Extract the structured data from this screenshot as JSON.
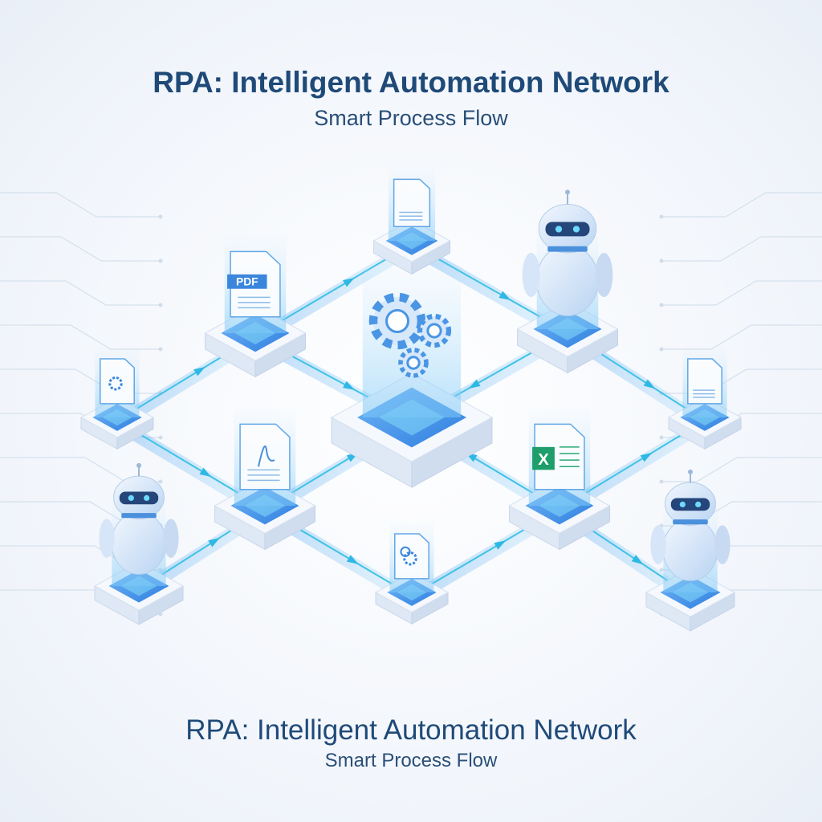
{
  "header": {
    "title": "RPA: Intelligent Automation Network",
    "subtitle": "Smart Process Flow"
  },
  "footer": {
    "title": "RPA: Intelligent Automation Network",
    "subtitle": "Smart Process Flow"
  },
  "icons": {
    "pdf_label": "PDF",
    "excel_label": "X"
  },
  "nodes": [
    {
      "id": "hub",
      "icon": "gears-icon"
    },
    {
      "id": "pdf",
      "icon": "pdf-document-icon"
    },
    {
      "id": "doc-top",
      "icon": "document-icon"
    },
    {
      "id": "robot-top",
      "icon": "robot-icon"
    },
    {
      "id": "doc-gear-left",
      "icon": "document-gear-icon"
    },
    {
      "id": "doc-right",
      "icon": "document-icon"
    },
    {
      "id": "acrobat",
      "icon": "acrobat-document-icon"
    },
    {
      "id": "excel",
      "icon": "excel-document-icon"
    },
    {
      "id": "robot-left",
      "icon": "robot-icon"
    },
    {
      "id": "doc-clock",
      "icon": "document-clock-gear-icon"
    },
    {
      "id": "robot-right",
      "icon": "robot-icon"
    }
  ],
  "colors": {
    "accent": "#3a8ee8",
    "glow": "#5cc8f0",
    "title": "#1f4a78",
    "platform": "#eef3fb"
  }
}
